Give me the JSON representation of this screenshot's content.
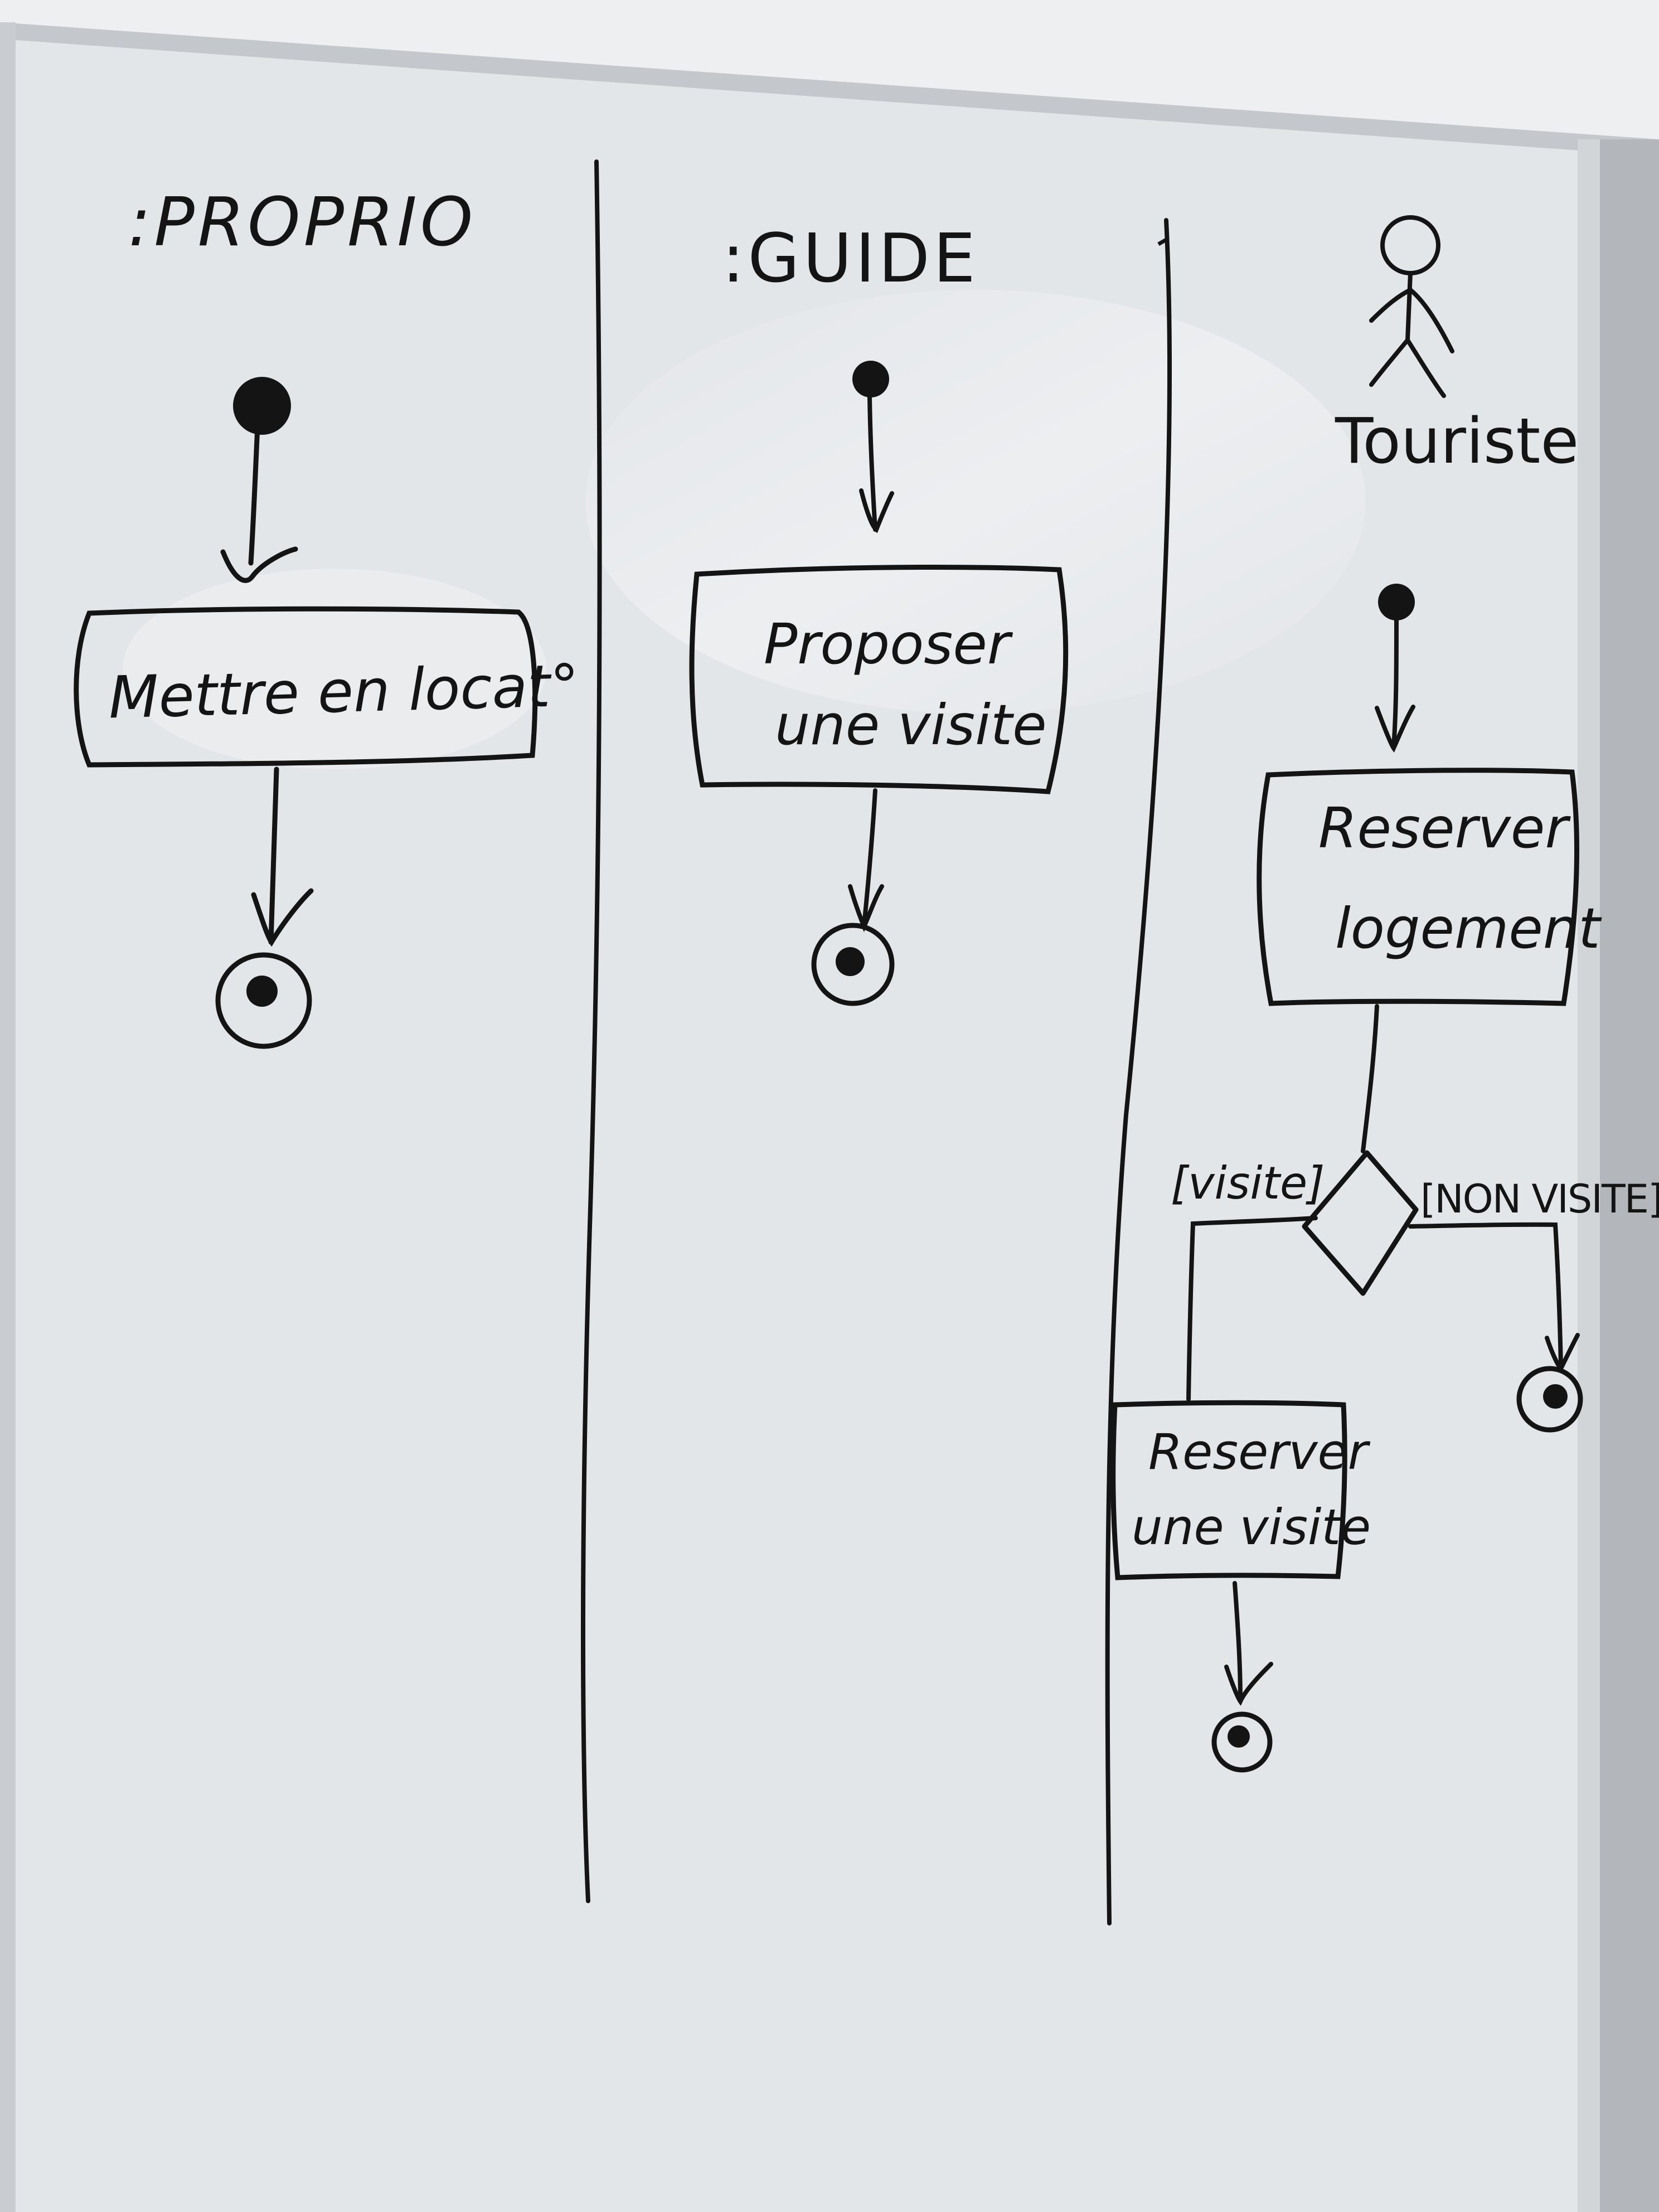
{
  "whiteboard": {
    "ink_color": "#141414",
    "board_color": "#e4e7ea",
    "frame_color": "#a9adb1"
  },
  "lanes": {
    "proprio": {
      "header": ":PROPRIO",
      "activity": "Mettre en locat°"
    },
    "guide": {
      "header": ":GUIDE",
      "activity_line1": "Proposer",
      "activity_line2": "une visite"
    },
    "touriste": {
      "actor_icon": "stick-figure-icon",
      "header": "Touriste",
      "activity_line1": "Reserver",
      "activity_line2": "logement",
      "guard_left": "[visite]",
      "guard_right": "[NON VISITE]",
      "activity2_line1": "Reserver",
      "activity2_line2": "une visite"
    }
  }
}
